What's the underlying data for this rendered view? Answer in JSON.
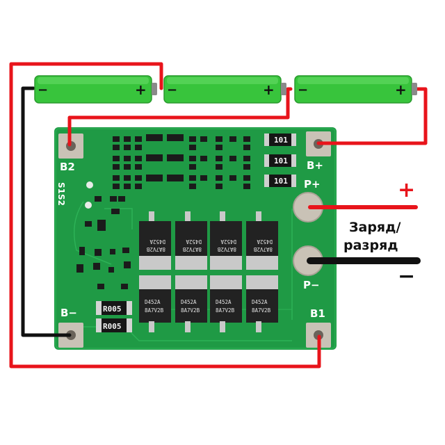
{
  "cells": [
    {
      "minus": "−",
      "plus": "+"
    },
    {
      "minus": "−",
      "plus": "+"
    },
    {
      "minus": "−",
      "plus": "+"
    }
  ],
  "board": {
    "pad_b2": "B2",
    "pad_b_plus": "B+",
    "pad_p_plus": "P+",
    "pad_b_minus": "B−",
    "pad_p_minus": "P−",
    "pad_b1": "B1",
    "switch_label": "S1S2",
    "shunt_top": "R005",
    "shunt_bottom": "R005",
    "balance_resistor": "101",
    "mosfet_top_marking": [
      "D452A",
      "8A7V2B"
    ],
    "mosfet_bottom_marking": [
      "D452A",
      "8A7V2B"
    ]
  },
  "annotations": {
    "plus": "+",
    "caption_line1": "Заряд/",
    "caption_line2": "разряд",
    "minus": "−"
  },
  "colors": {
    "board": "#1f9a45",
    "board_dark": "#168338",
    "battery": "#38c43c",
    "red_wire": "#e8141b",
    "black_wire": "#111111",
    "pad_copper": "#c9c2b6"
  }
}
